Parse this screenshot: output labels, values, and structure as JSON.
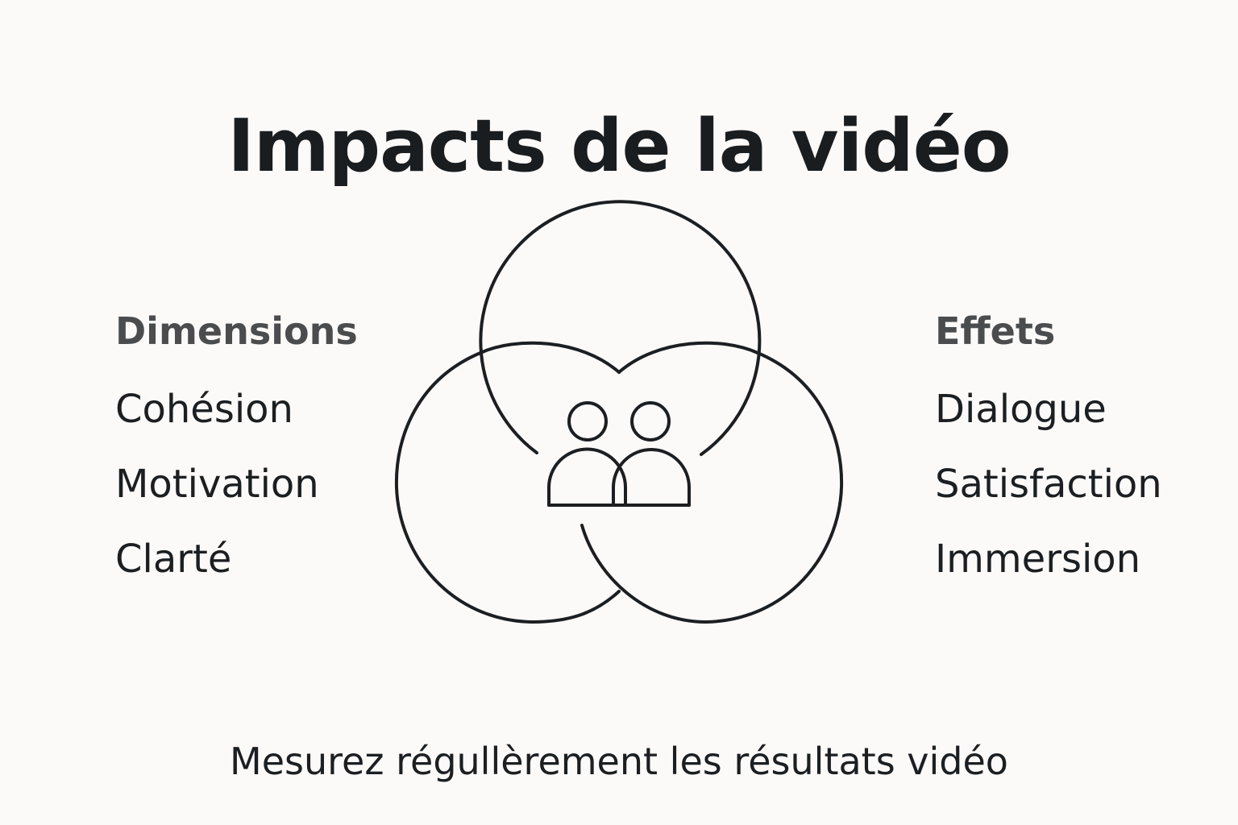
{
  "title": "Impacts de la vidéo",
  "left_column": {
    "heading": "Dimensions",
    "items": [
      "Cohésion",
      "Motivation",
      "Clarté"
    ]
  },
  "right_column": {
    "heading": "Effets",
    "items": [
      "Dialogue",
      "Satisfaction",
      "Immersion"
    ]
  },
  "footer": "Mesurez régullèrement les résultats vidéo",
  "colors": {
    "background": "#fcfaf9",
    "text": "#1c1f22",
    "heading": "#4a4c4e",
    "stroke": "#1c1f22"
  },
  "center_icon": "group-of-people-icon"
}
